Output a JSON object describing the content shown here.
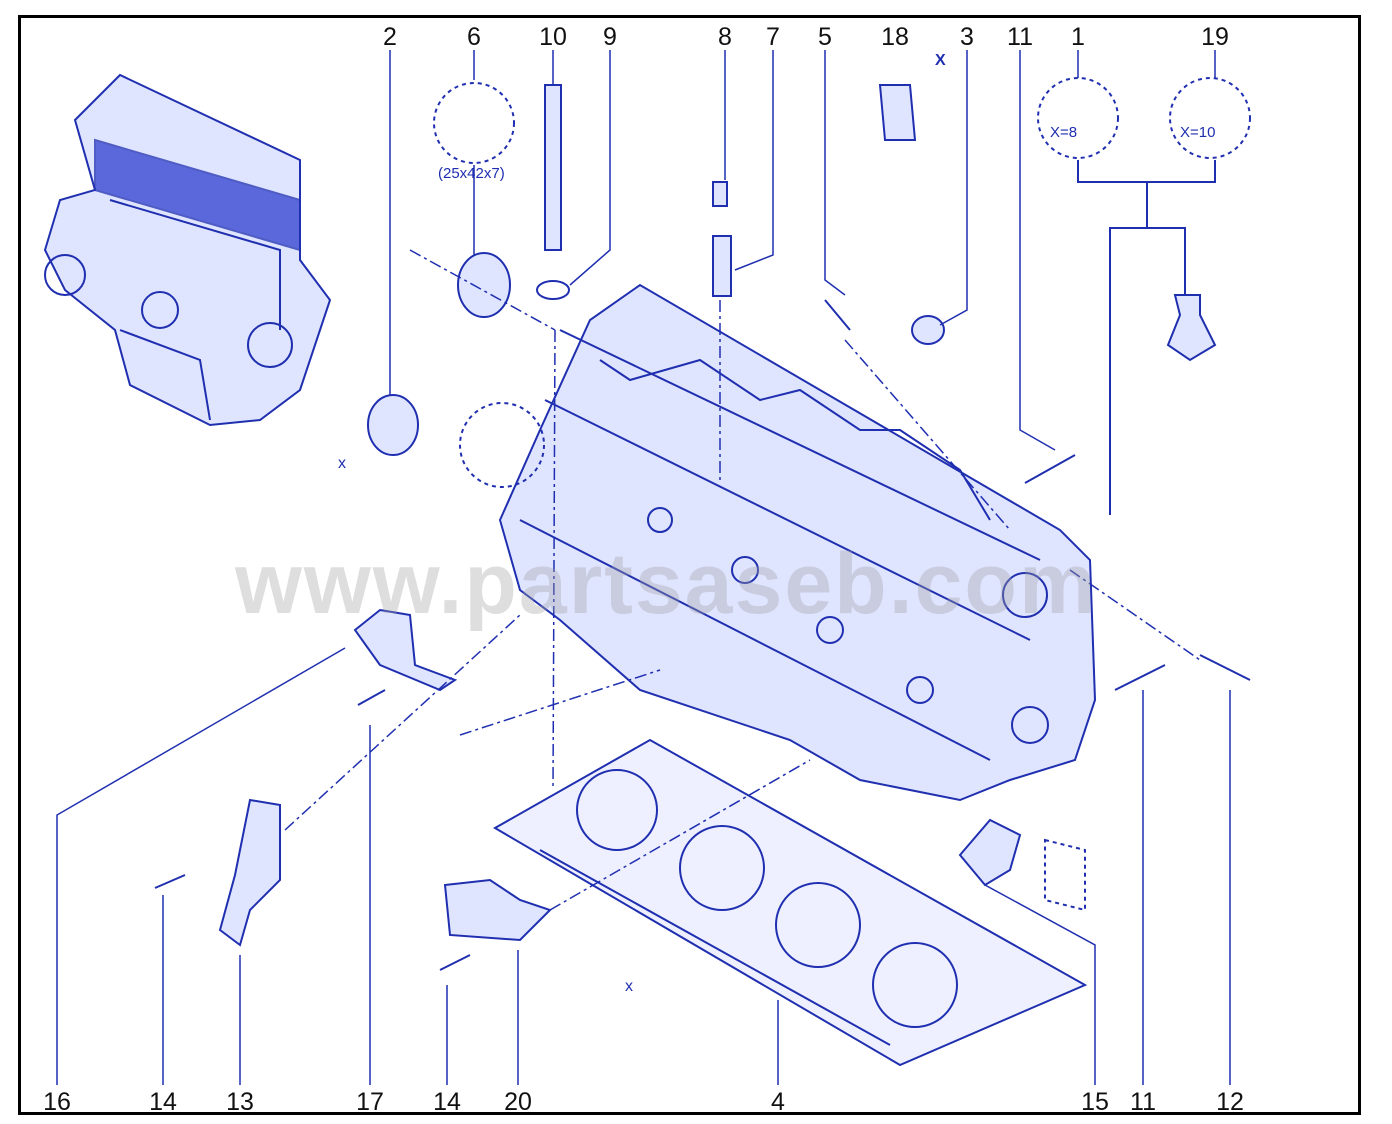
{
  "watermark": "www.partsaseb.com",
  "colors": {
    "line": "#1f2fb0",
    "fill": "#dfe4ff",
    "frame": "#000000"
  },
  "callouts_top": [
    "2",
    "6",
    "10",
    "9",
    "8",
    "7",
    "5",
    "18",
    "3",
    "11",
    "1",
    "19"
  ],
  "callouts_bottom": [
    "16",
    "14",
    "13",
    "17",
    "14",
    "20",
    "4",
    "15",
    "11",
    "12"
  ],
  "annotations": {
    "seal_size": "(25x42x7)",
    "detail_1": "X=8",
    "detail_19": "X=10",
    "x_marker": "X",
    "x_lower": "x"
  }
}
